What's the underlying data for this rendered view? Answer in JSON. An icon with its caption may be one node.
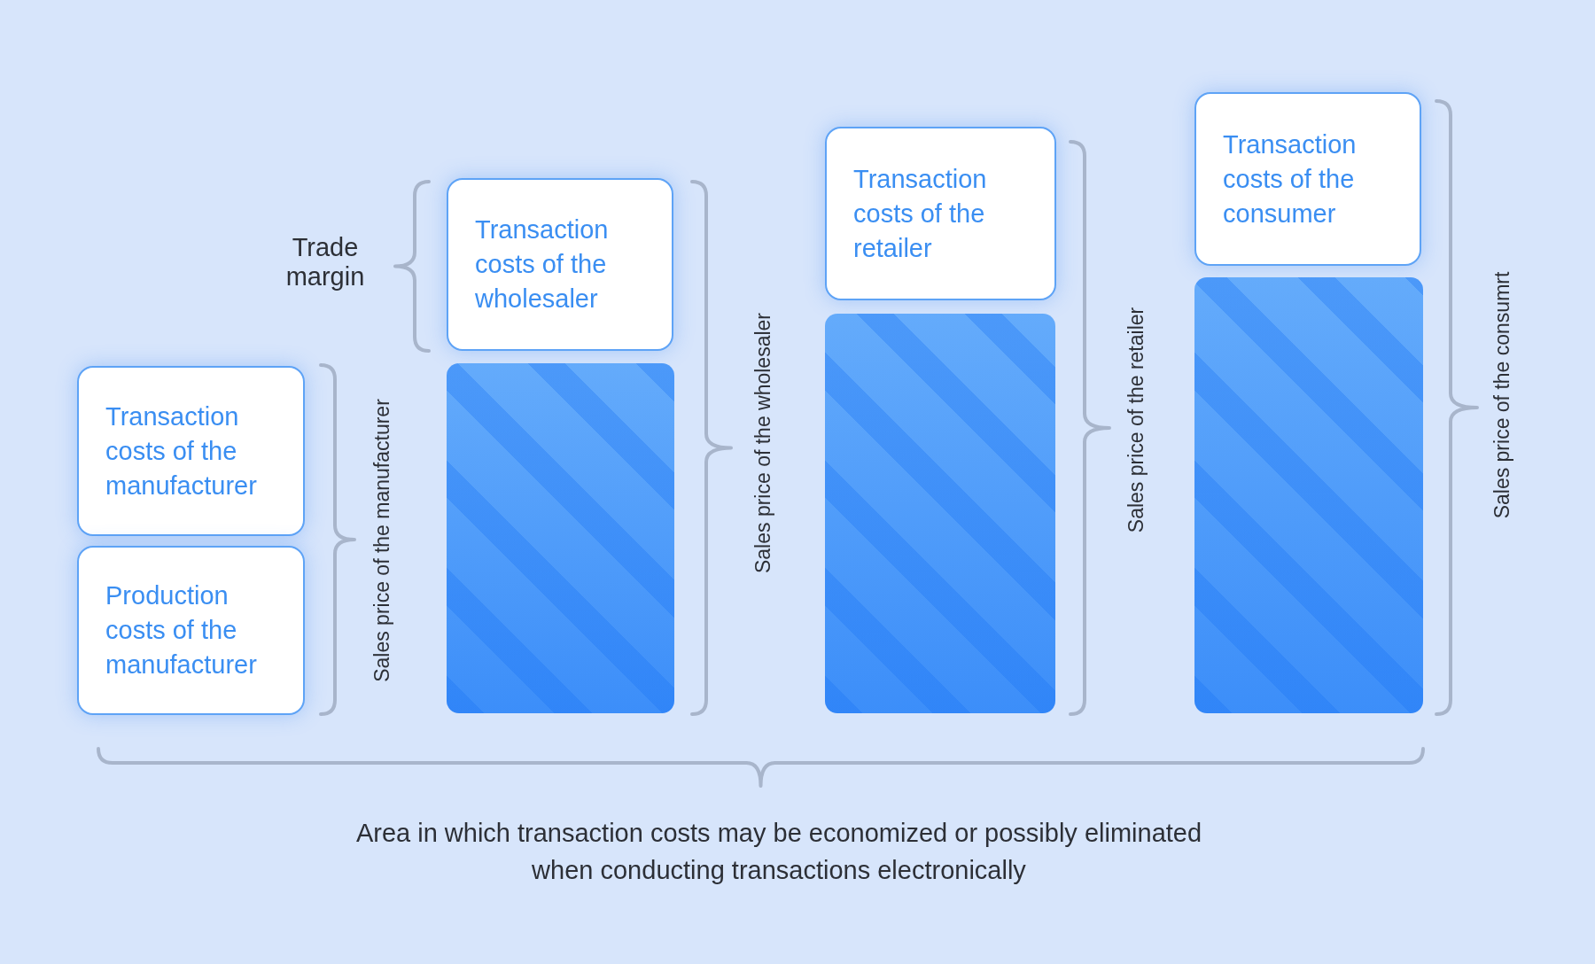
{
  "diagram": {
    "nodes": [
      {
        "text": [
          "Transaction costs of the manufacturer"
        ]
      },
      {
        "text": [
          "Production costs of the manufacturer"
        ]
      },
      {
        "text": [
          "Transaction costs of the wholesaler"
        ]
      },
      {
        "text": [],
        "shape": "bar"
      },
      {
        "text": [
          "Transaction costs of the retailer"
        ]
      },
      {
        "text": [],
        "shape": "bar"
      },
      {
        "text": [
          "Transaction costs of the consumer"
        ]
      },
      {
        "text": [],
        "shape": "bar"
      }
    ],
    "labels": [
      "Trade margin",
      "Sales price of the manufacturer",
      "Sales price of the wholesaler",
      "Sales price of the retailer",
      "Sales price of the consumrt",
      "Area in which transaction costs may be economized or possibly eliminated when conducting transactions electronically"
    ]
  }
}
